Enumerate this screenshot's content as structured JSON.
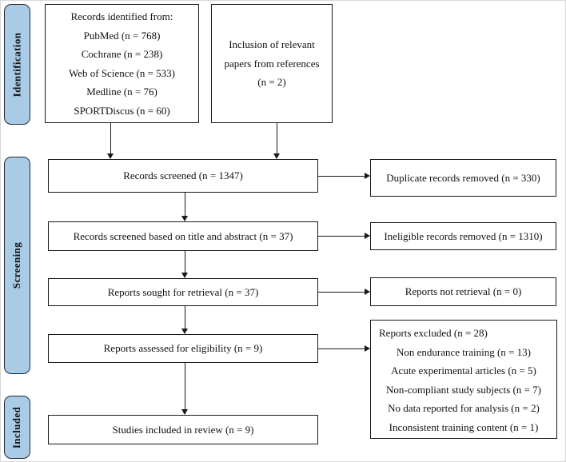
{
  "figure": {
    "stages": {
      "identification": "Identification",
      "screening": "Screening",
      "included": "Included"
    },
    "boxes": {
      "identified": {
        "lines": [
          "Records identified from:",
          "PubMed (n = 768)",
          "Cochrane (n = 238)",
          "Web of Science (n = 533)",
          "Medline (n = 76)",
          "SPORTDiscus (n = 60)"
        ]
      },
      "inclusion_refs": {
        "lines": [
          "Inclusion of relevant",
          "papers from references",
          "(n = 2)"
        ]
      },
      "screened": {
        "label": "Records screened (n = 1347)"
      },
      "screened_title_abstract": {
        "label": "Records screened based on title and abstract (n = 37)"
      },
      "sought": {
        "label": "Reports sought for retrieval (n = 37)"
      },
      "assessed": {
        "label": "Reports assessed for eligibility (n = 9)"
      },
      "included_review": {
        "label": "Studies included in review (n = 9)"
      },
      "duplicates_removed": {
        "label": "Duplicate records removed (n = 330)"
      },
      "ineligible_removed": {
        "label": "Ineligible records removed (n = 1310)"
      },
      "not_retrieved": {
        "label": "Reports not retrieval (n = 0)"
      },
      "excluded": {
        "title": "Reports excluded (n = 28)",
        "reasons": [
          "Non endurance training (n = 13)",
          "Acute experimental articles (n = 5)",
          "Non-compliant study subjects (n = 7)",
          "No data reported for analysis (n = 2)",
          "Inconsistent training content (n = 1)"
        ]
      }
    },
    "colors": {
      "stage_fill": "#a9cbe6",
      "stage_border": "#1f2b38",
      "box_border": "#1a1a1a",
      "background": "#ffffff"
    }
  }
}
